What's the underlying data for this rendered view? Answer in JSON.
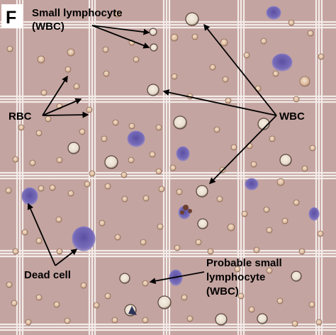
{
  "panel": {
    "letter": "F"
  },
  "labels": {
    "small_lymphocyte": [
      "Small lymphocyte",
      "(WBC)"
    ],
    "rbc": "RBC",
    "wbc": "WBC",
    "dead_cell": "Dead cell",
    "probable_small_lymphocyte": [
      "Probable small",
      "lymphocyte",
      "(WBC)"
    ]
  },
  "colors": {
    "background": "#c4a4a0",
    "grid_lines": "#f3ece9",
    "wbc_stain": "#6b64b0",
    "rbc_fill": "#e7cdb4",
    "arrow": "#000000"
  }
}
